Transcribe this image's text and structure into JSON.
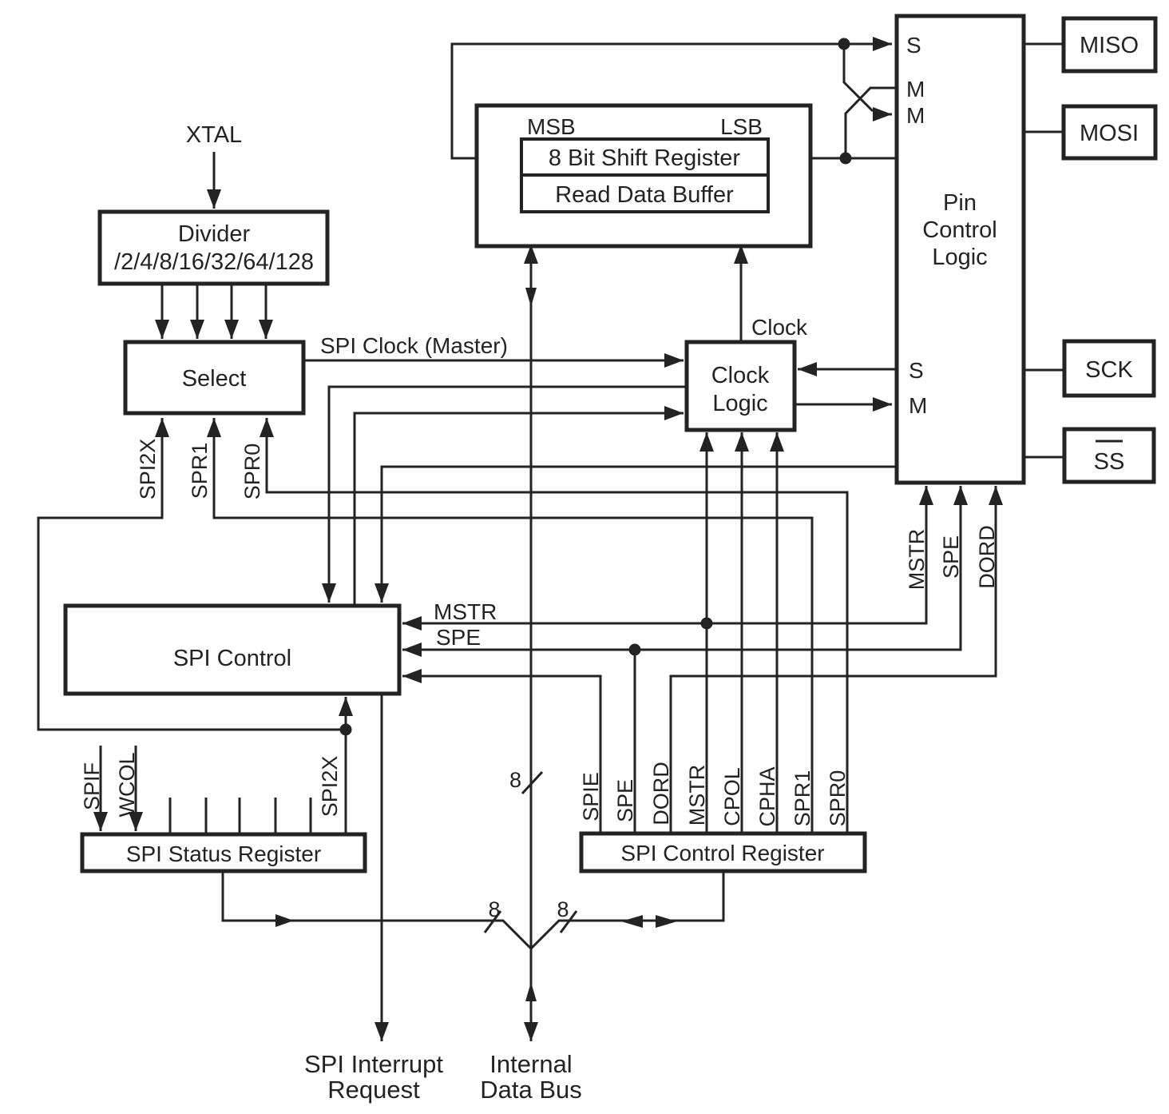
{
  "blocks": {
    "xtal": {
      "label": "XTAL"
    },
    "divider": {
      "line1": "Divider",
      "line2": "/2/4/8/16/32/64/128"
    },
    "select": {
      "label": "Select"
    },
    "shift_register": {
      "msb": "MSB",
      "lsb": "LSB",
      "row1": "8 Bit Shift Register",
      "row2": "Read Data Buffer"
    },
    "clock_logic": {
      "line1": "Clock",
      "line2": "Logic",
      "clock_input_label": "Clock"
    },
    "pin_control": {
      "line1": "Pin",
      "line2": "Control",
      "line3": "Logic",
      "ports": {
        "s_top": "S",
        "m_upper": "M",
        "m_lower": "M",
        "s_mid": "S",
        "m_mid": "M"
      }
    },
    "spi_control": {
      "label": "SPI Control"
    },
    "status_register": {
      "label": "SPI Status Register",
      "bits": {
        "spif": "SPIF",
        "wcol": "WCOL",
        "spi2x": "SPI2X"
      }
    },
    "control_register": {
      "label": "SPI Control Register",
      "bits": [
        "SPIE",
        "SPE",
        "DORD",
        "MSTR",
        "CPOL",
        "CPHA",
        "SPR1",
        "SPR0"
      ]
    },
    "pins": {
      "miso": "MISO",
      "mosi": "MOSI",
      "sck": "SCK",
      "ss": "SS"
    }
  },
  "signals": {
    "spi_clock_master": "SPI Clock (Master)",
    "select_inputs": {
      "spi2x": "SPI2X",
      "spr1": "SPR1",
      "spr0": "SPR0"
    },
    "spi_control_inputs": {
      "mstr": "MSTR",
      "spe": "SPE"
    },
    "pin_control_inputs": {
      "mstr": "MSTR",
      "spe": "SPE",
      "dord": "DORD"
    },
    "bus_width": "8"
  },
  "footer": {
    "interrupt_line1": "SPI Interrupt",
    "interrupt_line2": "Request",
    "bus_line1": "Internal",
    "bus_line2": "Data Bus"
  },
  "colors": {
    "ink": "#232323",
    "background": "#ffffff"
  }
}
